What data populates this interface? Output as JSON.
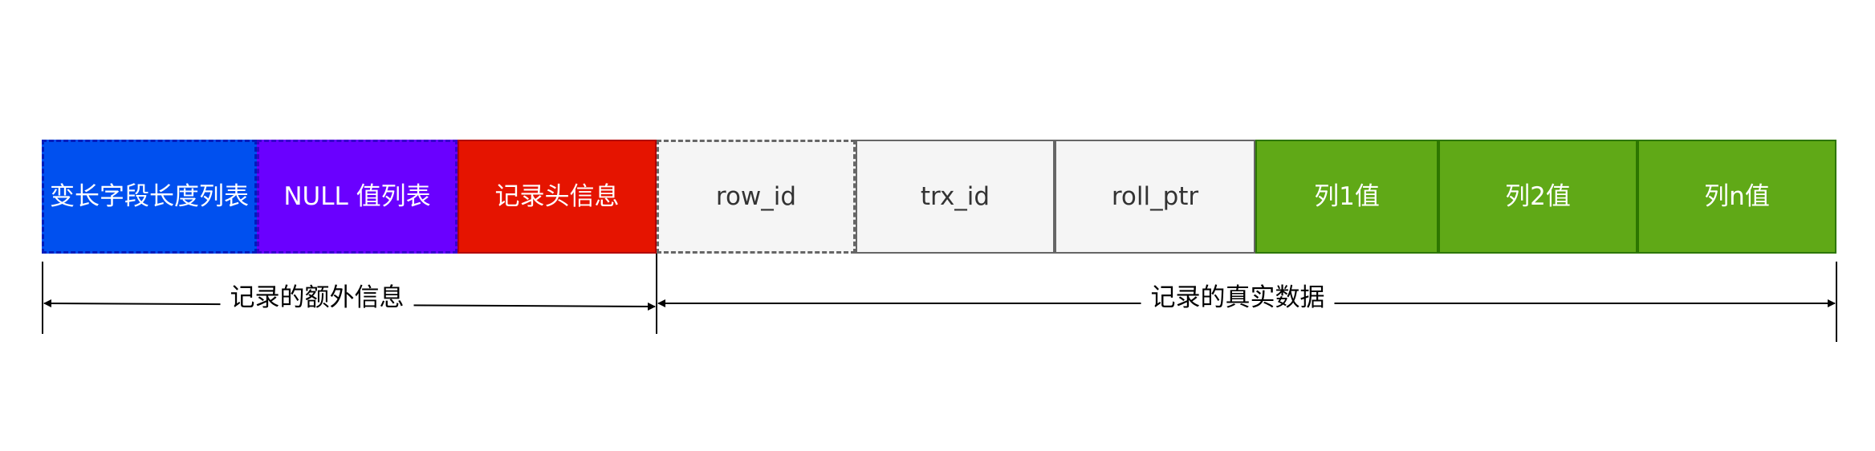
{
  "record_structure": {
    "fields": [
      {
        "id": "var-length-list",
        "label": "变长字段长度列表",
        "fill": "#0050ef",
        "border": "#001dbc",
        "border_style": "dashed",
        "text_color": "#ffffff"
      },
      {
        "id": "null-list",
        "label": "NULL 值列表",
        "fill": "#6a00ff",
        "border": "#3700cc",
        "border_style": "dashed",
        "text_color": "#ffffff"
      },
      {
        "id": "record-header",
        "label": "记录头信息",
        "fill": "#e51400",
        "border": "#b20000",
        "border_style": "solid",
        "text_color": "#ffffff"
      },
      {
        "id": "row-id",
        "label": "row_id",
        "fill": "#f5f5f5",
        "border": "#666666",
        "border_style": "dashed",
        "text_color": "#333333"
      },
      {
        "id": "trx-id",
        "label": "trx_id",
        "fill": "#f5f5f5",
        "border": "#666666",
        "border_style": "solid",
        "text_color": "#333333"
      },
      {
        "id": "roll-ptr",
        "label": "roll_ptr",
        "fill": "#f5f5f5",
        "border": "#666666",
        "border_style": "solid",
        "text_color": "#333333"
      },
      {
        "id": "col1",
        "label": "列1值",
        "fill": "#60a917",
        "border": "#2d7600",
        "border_style": "solid",
        "text_color": "#ffffff"
      },
      {
        "id": "col2",
        "label": "列2值",
        "fill": "#60a917",
        "border": "#2d7600",
        "border_style": "solid",
        "text_color": "#ffffff"
      },
      {
        "id": "coln",
        "label": "列n值",
        "fill": "#60a917",
        "border": "#2d7600",
        "border_style": "solid",
        "text_color": "#ffffff"
      }
    ]
  },
  "spans": {
    "extra_info": {
      "label": "记录的额外信息"
    },
    "real_data": {
      "label": "记录的真实数据"
    }
  }
}
